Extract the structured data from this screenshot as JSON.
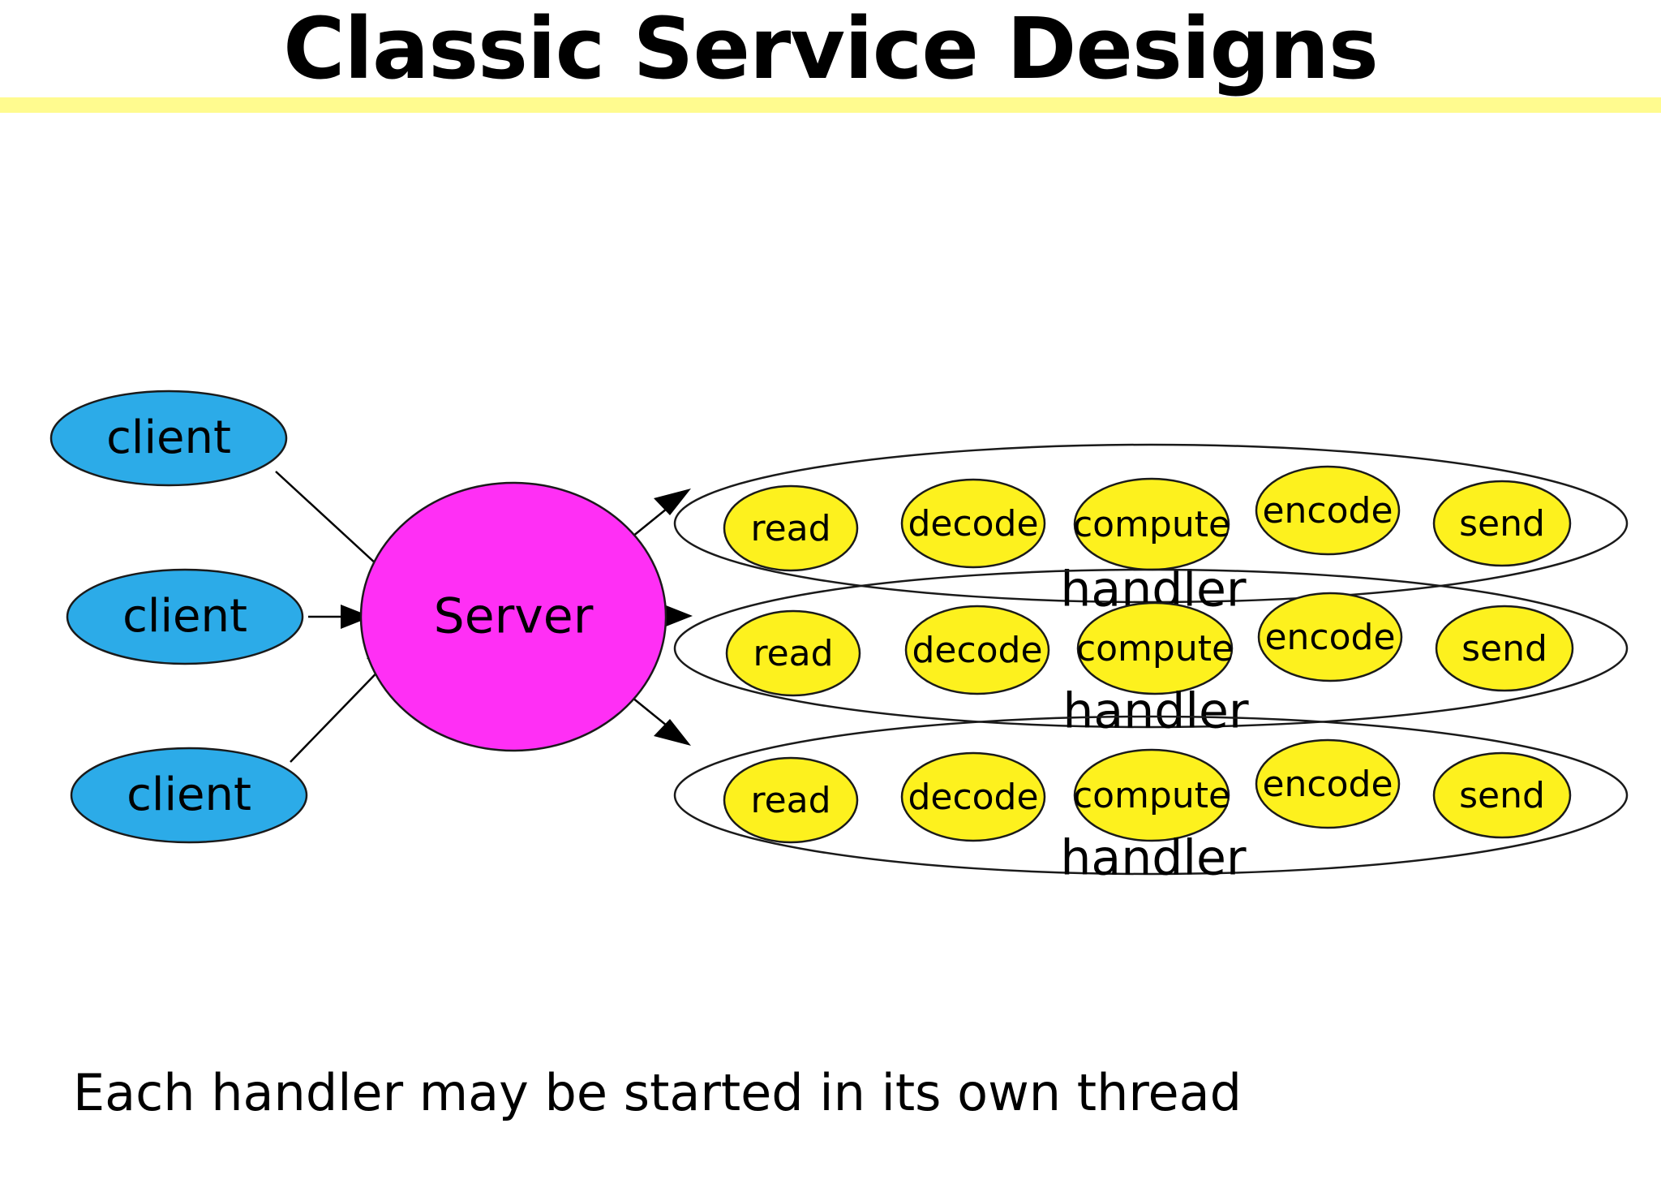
{
  "slide": {
    "title": "Classic Service Designs",
    "caption": "Each handler may be started in its own thread",
    "accent_band_color": "#FFFB8F",
    "background_color": "#FFFFFF"
  },
  "diagram": {
    "client_label": "client",
    "client_color": "#2CABE8",
    "server_label": "Server",
    "server_color": "#FF2FF5",
    "handler_label": "handler",
    "stage_color": "#FDF11E",
    "outline_color": "#1A1A1A",
    "clients": [
      {
        "label": "client"
      },
      {
        "label": "client"
      },
      {
        "label": "client"
      }
    ],
    "handlers": [
      {
        "label": "handler",
        "stages": [
          {
            "label": "read"
          },
          {
            "label": "decode"
          },
          {
            "label": "compute"
          },
          {
            "label": "encode"
          },
          {
            "label": "send"
          }
        ]
      },
      {
        "label": "handler",
        "stages": [
          {
            "label": "read"
          },
          {
            "label": "decode"
          },
          {
            "label": "compute"
          },
          {
            "label": "encode"
          },
          {
            "label": "send"
          }
        ]
      },
      {
        "label": "handler",
        "stages": [
          {
            "label": "read"
          },
          {
            "label": "decode"
          },
          {
            "label": "compute"
          },
          {
            "label": "encode"
          },
          {
            "label": "send"
          }
        ]
      }
    ]
  }
}
